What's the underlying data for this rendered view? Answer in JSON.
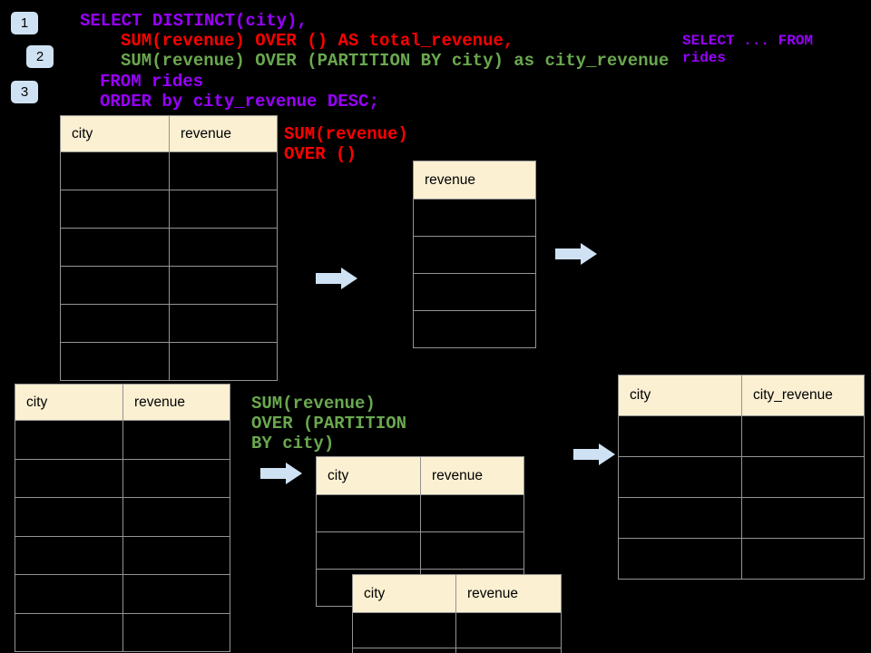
{
  "colors": {
    "background": "#000000",
    "code_purple": "#9900FF",
    "code_red": "#FF0000",
    "code_green": "#6AA84F",
    "table_header_bg": "#FBF0D2",
    "table_border": "#949494",
    "arrow_fill": "#CFE2F3",
    "badge_fill": "#CFE2F3"
  },
  "badges": [
    {
      "label": "1"
    },
    {
      "label": "2"
    },
    {
      "label": "3"
    }
  ],
  "sql_code": {
    "line1": "SELECT DISTINCT(city),",
    "line2": "SUM(revenue) OVER () AS total_revenue,",
    "line3": "SUM(revenue) OVER (PARTITION BY city) as city_revenue",
    "line4": "FROM rides",
    "line5": "ORDER by city_revenue DESC;",
    "side_note": "SELECT ... FROM\nrides"
  },
  "annotations": {
    "total_label": "SUM(revenue)\nOVER ()",
    "partition_label": "SUM(revenue)\nOVER (PARTITION\nBY city)"
  },
  "tables": {
    "source_top": {
      "headers": [
        "city",
        "revenue"
      ],
      "empty_row_count": 6
    },
    "total_revenue_result": {
      "headers": [
        "revenue"
      ],
      "empty_row_count": 4
    },
    "source_bottom": {
      "headers": [
        "city",
        "revenue"
      ],
      "empty_row_count": 6
    },
    "partition_back": {
      "headers": [
        "city",
        "revenue"
      ],
      "empty_row_count": 3
    },
    "partition_front": {
      "headers": [
        "city",
        "revenue"
      ],
      "empty_row_count": 2
    },
    "city_revenue_result": {
      "headers": [
        "city",
        "city_revenue"
      ],
      "empty_row_count": 4
    }
  }
}
